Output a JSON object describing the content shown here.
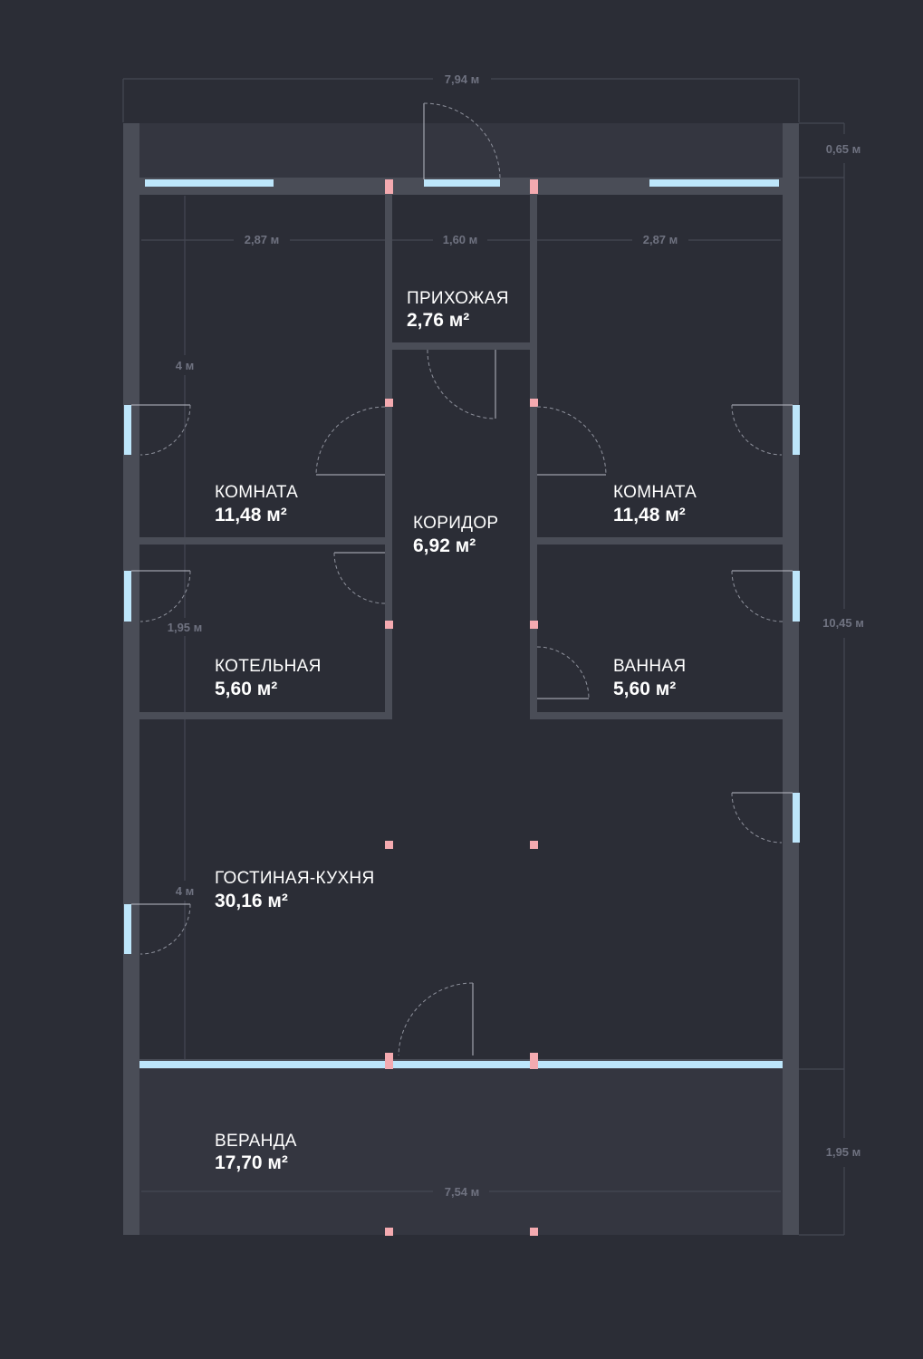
{
  "rooms": {
    "hall": {
      "name": "ПРИХОЖАЯ",
      "area": "2,76 м²"
    },
    "room_left": {
      "name": "КОМНАТА",
      "area": "11,48 м²"
    },
    "room_right": {
      "name": "КОМНАТА",
      "area": "11,48 м²"
    },
    "corridor": {
      "name": "КОРИДОР",
      "area": "6,92 м²"
    },
    "boiler": {
      "name": "КОТЕЛЬНАЯ",
      "area": "5,60 м²"
    },
    "bath": {
      "name": "ВАННАЯ",
      "area": "5,60 м²"
    },
    "living": {
      "name": "ГОСТИНАЯ-КУХНЯ",
      "area": "30,16 м²"
    },
    "veranda": {
      "name": "ВЕРАНДА",
      "area": "17,70 м²"
    }
  },
  "dimensions": {
    "total_width": "7,94 м",
    "porch_depth": "0,65 м",
    "room_left_width": "2,87 м",
    "hall_width": "1,60 м",
    "room_right_width": "2,87 м",
    "room_left_depth": "4 м",
    "boiler_depth": "1,95 м",
    "living_depth": "4 м",
    "house_depth": "10,45 м",
    "veranda_depth": "1,95 м",
    "veranda_width": "7,54 м"
  },
  "colors": {
    "background": "#2b2d36",
    "wall": "#4a4d57",
    "window": "#bde6fb",
    "column": "#f4aab0"
  }
}
